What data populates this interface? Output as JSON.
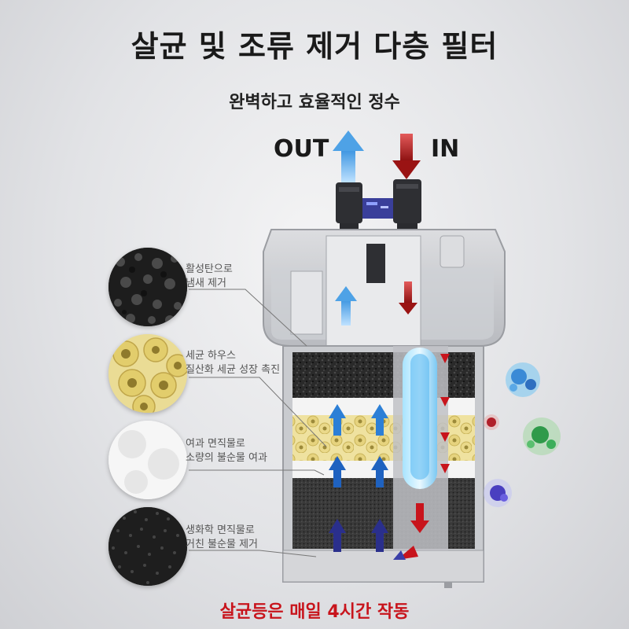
{
  "heading": {
    "title": "살균 및 조류 제거 다층 필터",
    "subtitle": "완벽하고 효율적인 정수"
  },
  "flow": {
    "out_label": "OUT",
    "in_label": "IN"
  },
  "media": [
    {
      "line1": "활성탄으로",
      "line2": "냄새 제거"
    },
    {
      "line1": "세균 하우스",
      "line2": "질산화 세균 성장 촉진"
    },
    {
      "line1": "여과 면직물로",
      "line2": "소량의 불순물 여과"
    },
    {
      "line1": "생화학 면직물로",
      "line2": "거친 불순물 제거"
    }
  ],
  "footer": {
    "note": "살균등은 매일 4시간 작동"
  },
  "colors": {
    "accent_red": "#c8141c",
    "flow_out": "#5aa8e6",
    "flow_in": "#a81818",
    "uv_lamp": "#7fd0ff"
  }
}
